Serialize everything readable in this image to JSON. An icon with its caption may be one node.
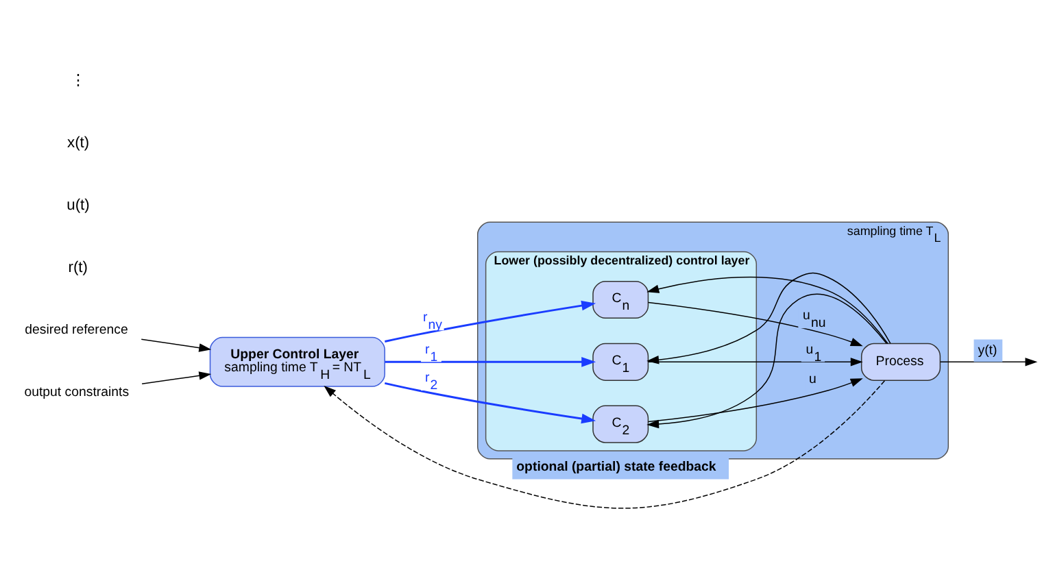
{
  "diagram": {
    "nodes": [
      {
        "text": [
          "Upper Control Layer",
          "sampling time T$_{H}$ = NT$_{L}$"
        ]
      },
      {
        "text": [
          "sampling time T$_{L}$"
        ]
      },
      {
        "text": [
          "Lower (possibly decentralized) control layer"
        ],
        "in": 1
      },
      {
        "text": [
          "C$_{1}$"
        ],
        "in": 2
      },
      {
        "text": [
          "C$_{2}$"
        ],
        "in": 2
      },
      {
        "text": [
          "C$_{n}$"
        ],
        "in": 2
      },
      {
        "text": [
          "Process"
        ],
        "in": 1
      },
      {
        "text": [
          "desired reference"
        ]
      },
      {
        "text": [
          "output constraints"
        ]
      }
    ],
    "edges": [
      {
        "from": 7,
        "to": 0,
        "arrow": "to"
      },
      {
        "from": 8,
        "to": 0,
        "arrow": "to"
      },
      {
        "from": 0,
        "to": 3,
        "arrow": "to",
        "label": "r$_{1}$",
        "color": "#1a3cff"
      },
      {
        "from": 0,
        "to": 4,
        "arrow": "to",
        "label": "r$_{2}$",
        "color": "#1a3cff"
      },
      {
        "from": 0,
        "to": 5,
        "arrow": "to",
        "label": "r$_{ny}$",
        "color": "#1a3cff"
      },
      {
        "from": 3,
        "to": 6,
        "arrow": "to",
        "label": "u$_{1}$"
      },
      {
        "from": 4,
        "to": 6,
        "arrow": "to",
        "label": "u"
      },
      {
        "from": 5,
        "to": 6,
        "arrow": "to",
        "label": "u$_{nu}$"
      },
      {
        "from": 6,
        "to": null,
        "arrow": "to",
        "label": "y(t)"
      },
      {
        "from": 6,
        "to": 3,
        "arrow": "to"
      },
      {
        "from": 6,
        "to": 4,
        "arrow": "to"
      },
      {
        "from": 6,
        "to": 5,
        "arrow": "to"
      },
      {
        "from": 6,
        "to": 0,
        "arrow": "to",
        "style": "dashed",
        "label": "optional (partial) state feedback"
      }
    ],
    "labels": [
      "r(t)",
      "u(t)",
      "x(t)",
      "⋮"
    ]
  }
}
